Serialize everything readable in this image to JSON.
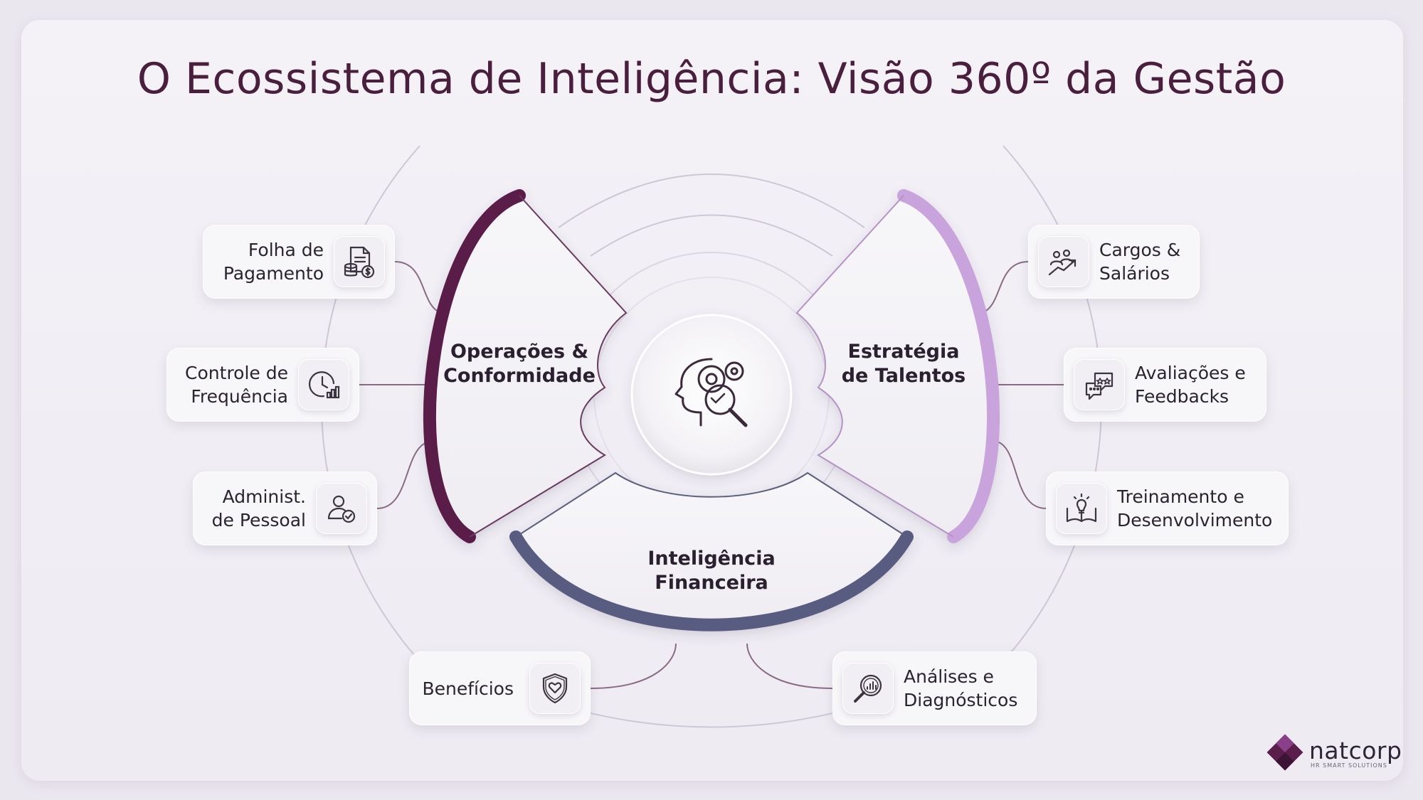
{
  "title": "O Ecossistema de Inteligência: Visão 360º da Gestão",
  "segments": {
    "left": "Operações &\nConformidade",
    "right": "Estratégia\nde Talentos",
    "bottom": "Inteligência\nFinanceira"
  },
  "center_icon": "head-gears-magnifier-icon",
  "cards": {
    "folha": {
      "label": "Folha de\nPagamento",
      "icon": "payroll-document-coins-icon"
    },
    "controle": {
      "label": "Controle de\nFrequência",
      "icon": "clock-chart-icon"
    },
    "administ": {
      "label": "Administ.\nde Pessoal",
      "icon": "user-check-icon"
    },
    "cargos": {
      "label": "Cargos &\nSalários",
      "icon": "people-growth-icon"
    },
    "avaliacoes": {
      "label": "Avaliações e\nFeedbacks",
      "icon": "chat-stars-icon"
    },
    "treinamento": {
      "label": "Treinamento e\nDesenvolvimento",
      "icon": "book-lightbulb-icon"
    },
    "beneficios": {
      "label": "Benefícios",
      "icon": "shield-heart-icon"
    },
    "analises": {
      "label": "Análises e\nDiagnósticos",
      "icon": "magnifier-chart-icon"
    }
  },
  "colors": {
    "left_accent": "#5a1e4a",
    "right_accent": "#c9a3dc",
    "bottom_accent": "#585c80",
    "title": "#4a1f3e"
  },
  "logo": {
    "name": "natcorp",
    "tagline": "HR SMART SOLUTIONS"
  }
}
